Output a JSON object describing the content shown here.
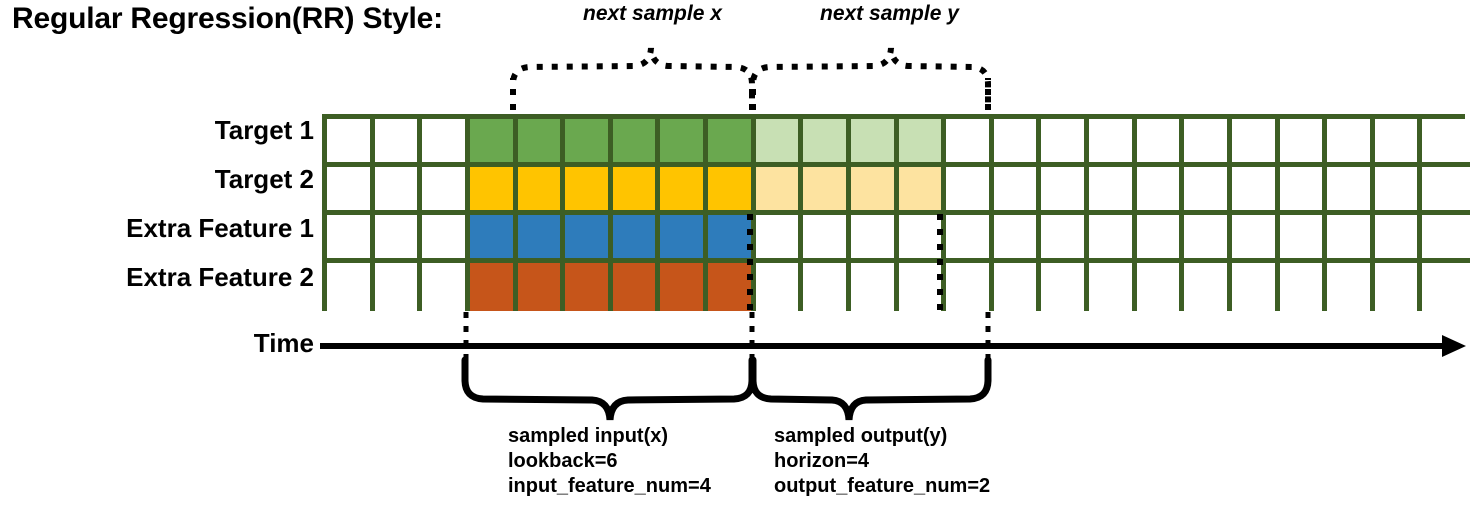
{
  "title": "Regular Regression(RR) Style:",
  "colors": {
    "grid_border": "#3d5e24",
    "target1": "#6aa84f",
    "target1_light": "#c8e0b4",
    "target2": "#ffc400",
    "target2_light": "#fde3a0",
    "extra1": "#2e7cbb",
    "extra2": "#c6551a",
    "empty": "#ffffff",
    "axis": "#000000"
  },
  "rows": [
    {
      "label": "Target 1",
      "name": "target-1"
    },
    {
      "label": "Target 2",
      "name": "target-2"
    },
    {
      "label": "Extra Feature 1",
      "name": "extra-feature-1"
    },
    {
      "label": "Extra Feature 2",
      "name": "extra-feature-2"
    }
  ],
  "grid": {
    "columns": 24,
    "input_start_col": 4,
    "input_end_col": 9,
    "output_start_col": 10,
    "output_end_col": 13,
    "cells": [
      [
        "empty",
        "empty",
        "empty",
        "target1",
        "target1",
        "target1",
        "target1",
        "target1",
        "target1",
        "target1_light",
        "target1_light",
        "target1_light",
        "target1_light",
        "empty",
        "empty",
        "empty",
        "empty",
        "empty",
        "empty",
        "empty",
        "empty",
        "empty",
        "empty",
        "empty"
      ],
      [
        "empty",
        "empty",
        "empty",
        "target2",
        "target2",
        "target2",
        "target2",
        "target2",
        "target2",
        "target2_light",
        "target2_light",
        "target2_light",
        "target2_light",
        "empty",
        "empty",
        "empty",
        "empty",
        "empty",
        "empty",
        "empty",
        "empty",
        "empty",
        "empty",
        "empty"
      ],
      [
        "empty",
        "empty",
        "empty",
        "extra1",
        "extra1",
        "extra1",
        "extra1",
        "extra1",
        "extra1",
        "empty",
        "empty",
        "empty",
        "empty",
        "empty",
        "empty",
        "empty",
        "empty",
        "empty",
        "empty",
        "empty",
        "empty",
        "empty",
        "empty",
        "empty"
      ],
      [
        "empty",
        "empty",
        "empty",
        "extra2",
        "extra2",
        "extra2",
        "extra2",
        "extra2",
        "extra2",
        "empty",
        "empty",
        "empty",
        "empty",
        "empty",
        "empty",
        "empty",
        "empty",
        "empty",
        "empty",
        "empty",
        "empty",
        "empty",
        "empty",
        "empty"
      ]
    ]
  },
  "axis": {
    "label": "Time"
  },
  "top_braces": [
    {
      "name": "next-sample-x",
      "caption": "next sample x"
    },
    {
      "name": "next-sample-y",
      "caption": "next sample y"
    }
  ],
  "bottom_braces": [
    {
      "name": "sampled-input",
      "line1": "sampled input(x)",
      "line2": "lookback=6",
      "line3": "input_feature_num=4"
    },
    {
      "name": "sampled-output",
      "line1": "sampled output(y)",
      "line2": "horizon=4",
      "line3": "output_feature_num=2"
    }
  ]
}
